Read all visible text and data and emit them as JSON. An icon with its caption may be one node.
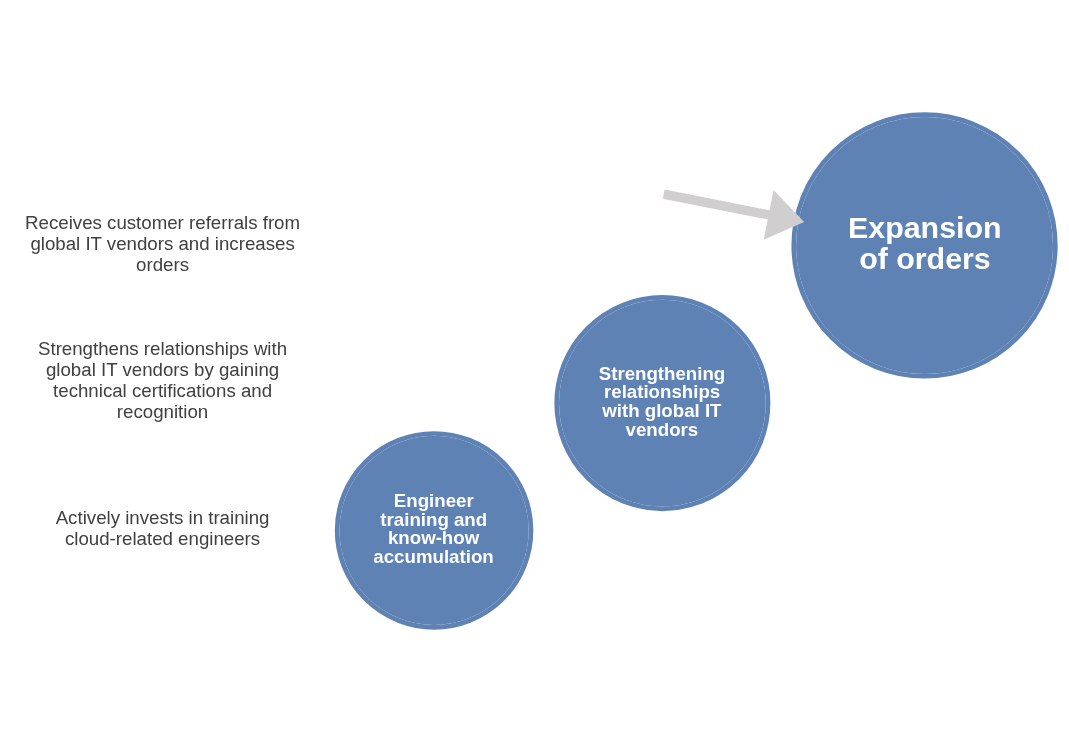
{
  "diagram": {
    "nodes": [
      {
        "text": [
          "Engineer training and know-how accumulation"
        ]
      },
      {
        "text": [
          "Strengthening relationships with global IT vendors"
        ]
      },
      {
        "text": [
          "Expansion of orders"
        ]
      }
    ],
    "edges": [
      {
        "from": null,
        "to": 2,
        "arrow": "to",
        "color": "#d0cece"
      }
    ],
    "labels": [
      "Receives customer referrals from global IT vendors and increases orders",
      "Strengthens relationships with global IT vendors by gaining technical certifications and recognition",
      "Actively invests in training cloud-related engineers"
    ]
  }
}
